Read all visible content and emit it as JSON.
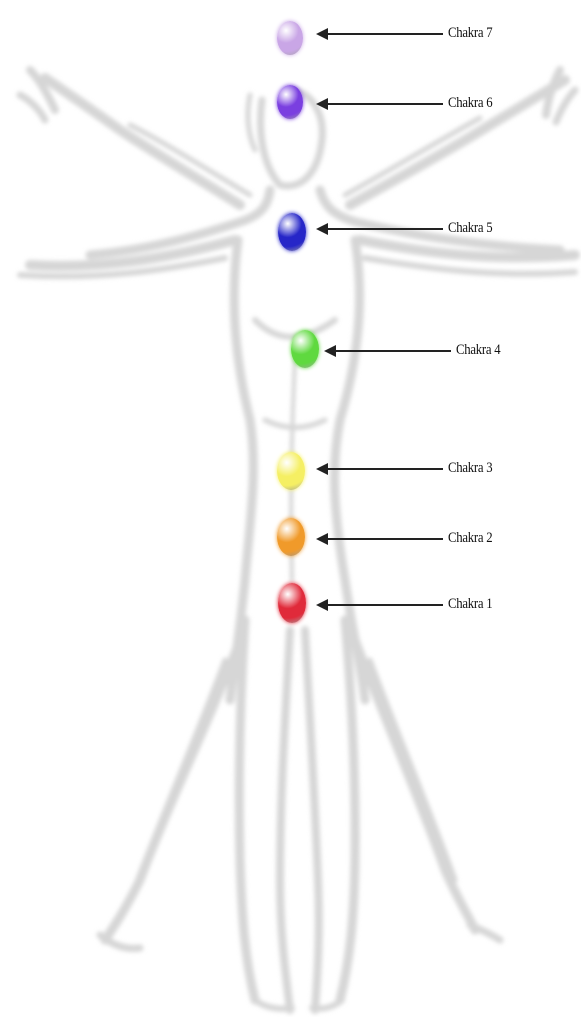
{
  "chakras": [
    {
      "label": "Chakra 7",
      "color": "#c9a6e6"
    },
    {
      "label": "Chakra 6",
      "color": "#7a3fe0"
    },
    {
      "label": "Chakra 5",
      "color": "#2626c8"
    },
    {
      "label": "Chakra 4",
      "color": "#5fd93f"
    },
    {
      "label": "Chakra 3",
      "color": "#f5ef63"
    },
    {
      "label": "Chakra 2",
      "color": "#f09a2a"
    },
    {
      "label": "Chakra 1",
      "color": "#e02a3a"
    }
  ],
  "figure_color": "#d9d9d9"
}
